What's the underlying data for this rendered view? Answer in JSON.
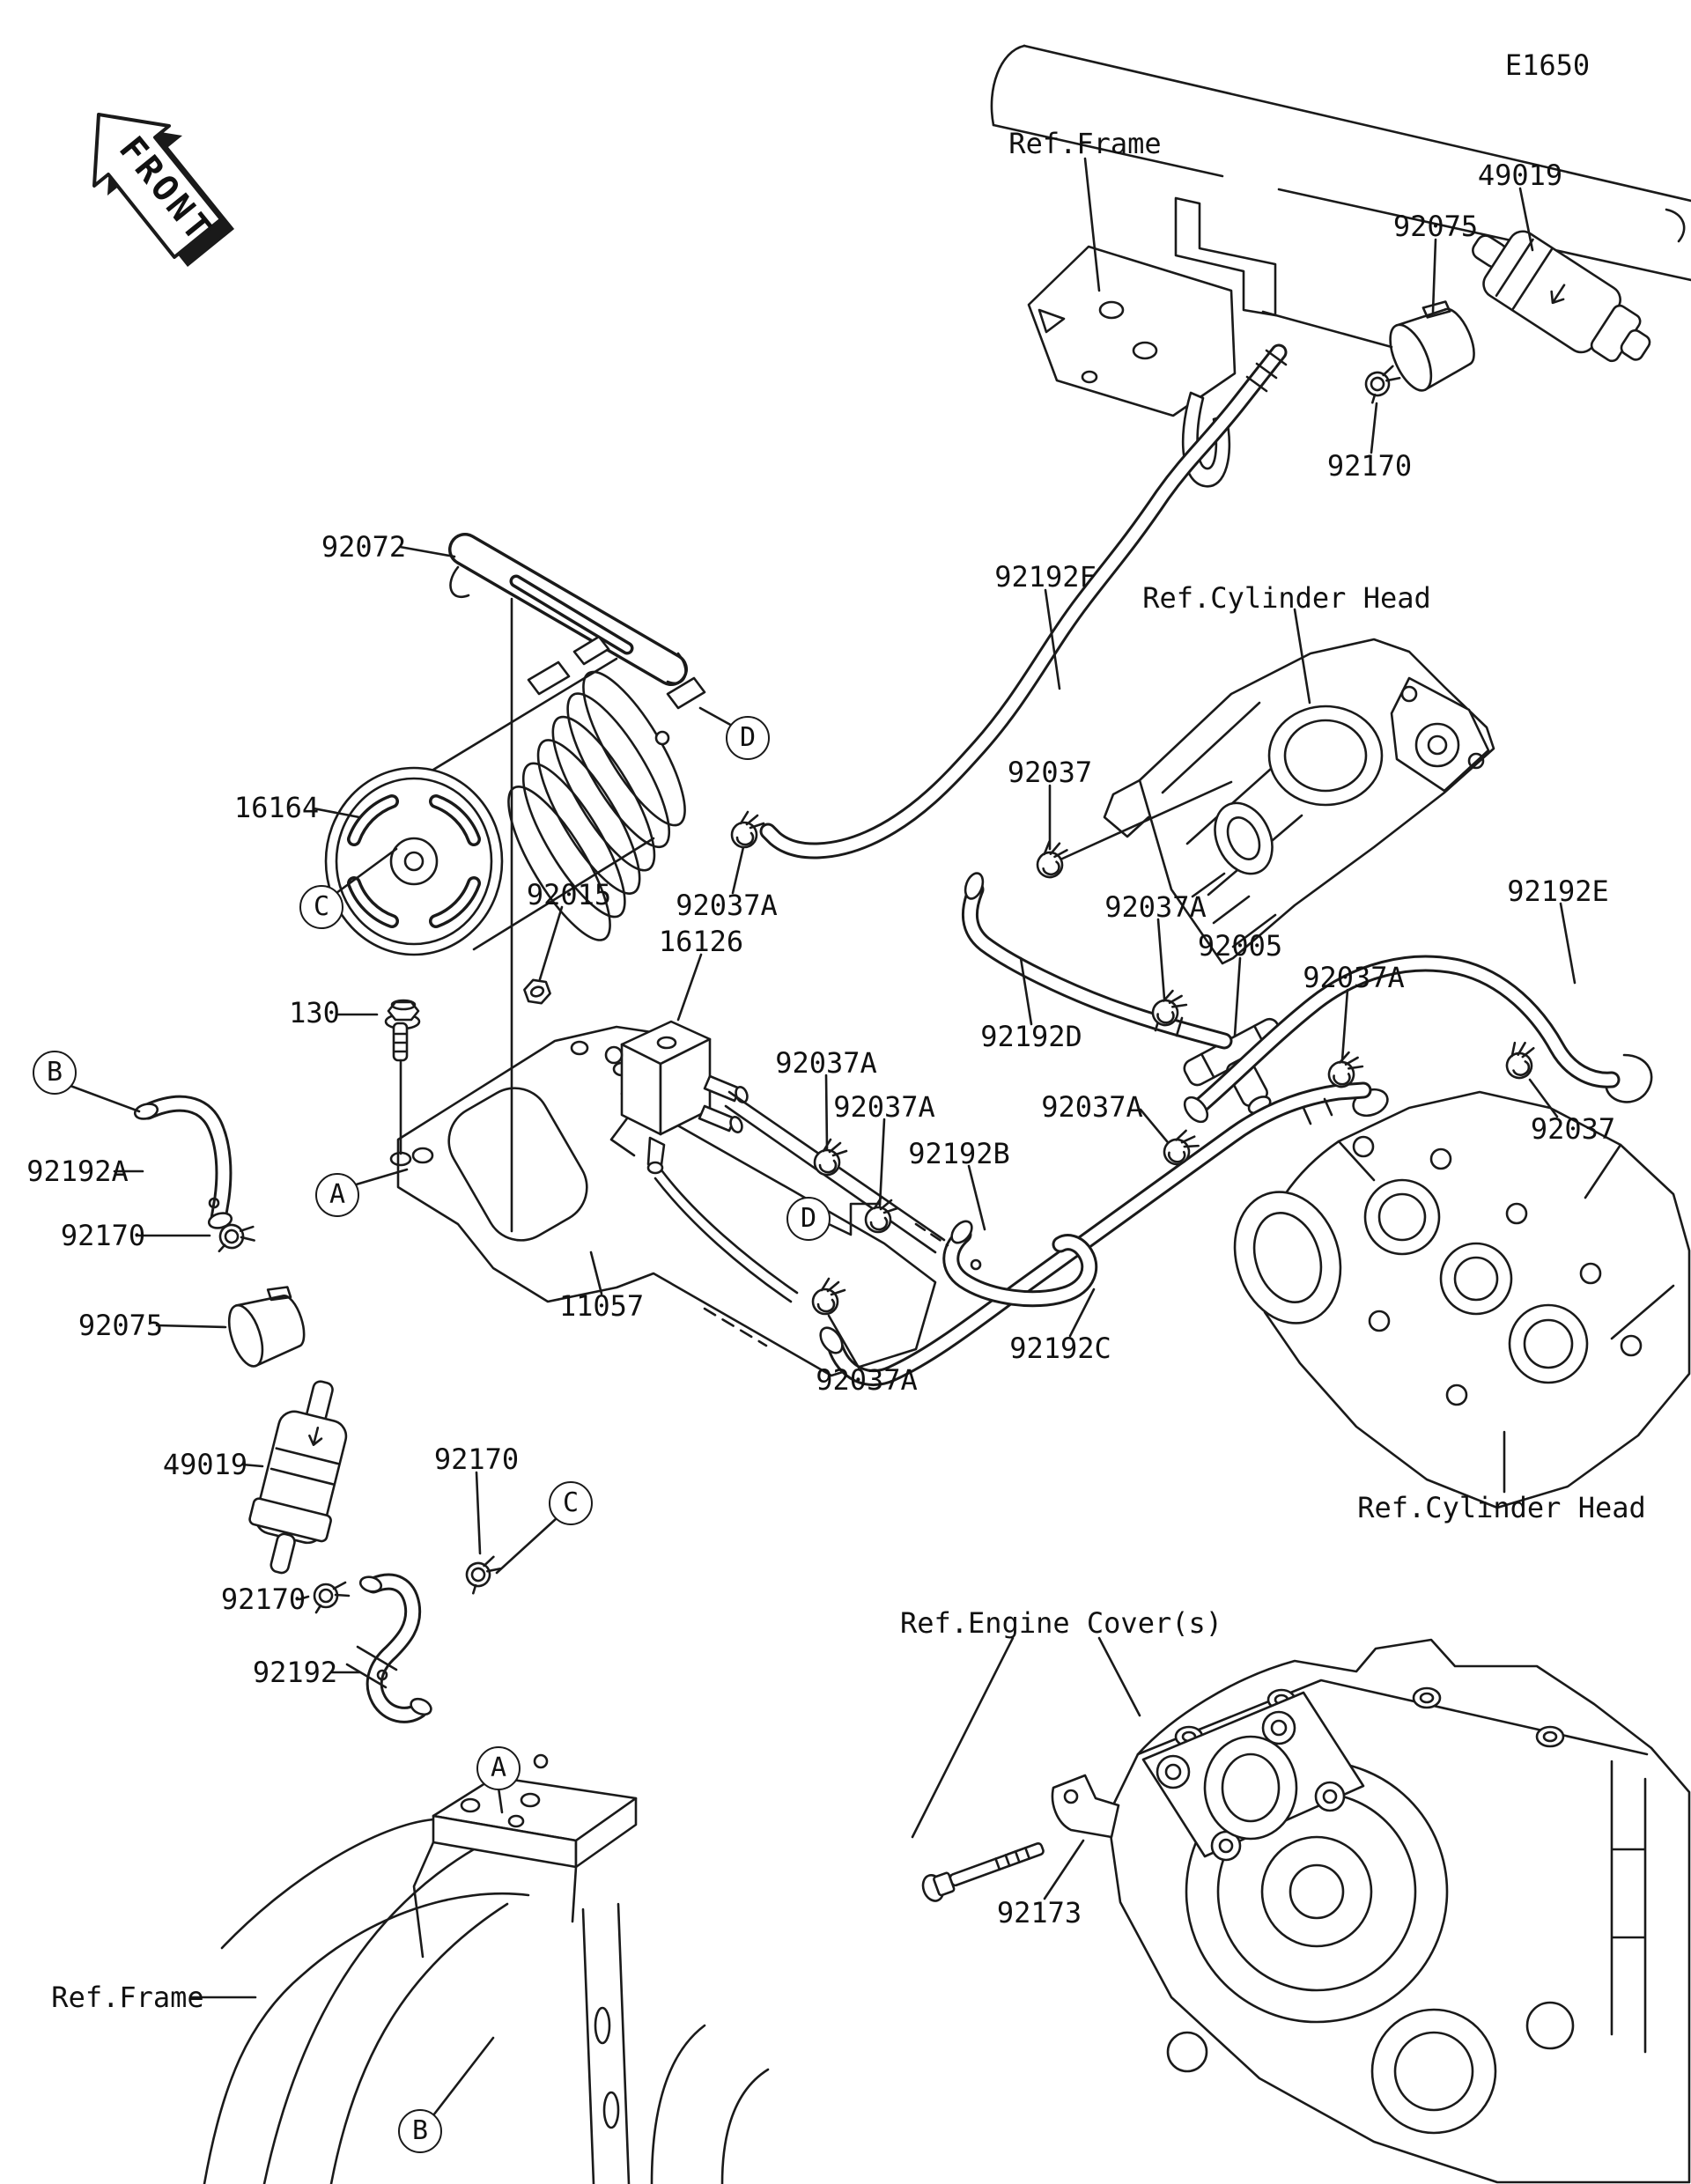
{
  "meta": {
    "diagram_code": "E1650",
    "front_label": "FRONT"
  },
  "colors": {
    "line": "#1a1a1a",
    "background": "#ffffff"
  },
  "labels": [
    {
      "id": "diagram-code",
      "text": "E1650"
    },
    {
      "id": "ref-frame-top",
      "text": "Ref.Frame"
    },
    {
      "id": "p49019-top",
      "text": "49019"
    },
    {
      "id": "p92075-top",
      "text": "92075"
    },
    {
      "id": "p92170-top",
      "text": "92170"
    },
    {
      "id": "p92072",
      "text": "92072"
    },
    {
      "id": "p92192F",
      "text": "92192F"
    },
    {
      "id": "ref-cylinder-head-top",
      "text": "Ref.Cylinder Head"
    },
    {
      "id": "p16164",
      "text": "16164"
    },
    {
      "id": "p92037-top",
      "text": "92037"
    },
    {
      "id": "p92015",
      "text": "92015"
    },
    {
      "id": "p92037A-1",
      "text": "92037A"
    },
    {
      "id": "p92192E",
      "text": "92192E"
    },
    {
      "id": "p16126",
      "text": "16126"
    },
    {
      "id": "p92037A-2",
      "text": "92037A"
    },
    {
      "id": "p92005",
      "text": "92005"
    },
    {
      "id": "p92037A-3",
      "text": "92037A"
    },
    {
      "id": "p130",
      "text": "130"
    },
    {
      "id": "p92192D",
      "text": "92192D"
    },
    {
      "id": "p92037A-4",
      "text": "92037A"
    },
    {
      "id": "p92037A-5",
      "text": "92037A"
    },
    {
      "id": "p92037A-6",
      "text": "92037A"
    },
    {
      "id": "p92037-bottom",
      "text": "92037"
    },
    {
      "id": "p92192B",
      "text": "92192B"
    },
    {
      "id": "p92192A",
      "text": "92192A"
    },
    {
      "id": "p92170-left1",
      "text": "92170"
    },
    {
      "id": "p92075-left",
      "text": "92075"
    },
    {
      "id": "p11057",
      "text": "11057"
    },
    {
      "id": "p92037A-7",
      "text": "92037A"
    },
    {
      "id": "p92192C",
      "text": "92192C"
    },
    {
      "id": "p49019-left",
      "text": "49019"
    },
    {
      "id": "p92170-mid",
      "text": "92170"
    },
    {
      "id": "p92170-left2",
      "text": "92170"
    },
    {
      "id": "p92192",
      "text": "92192"
    },
    {
      "id": "ref-cylinder-head-bottom",
      "text": "Ref.Cylinder Head"
    },
    {
      "id": "ref-engine-covers",
      "text": "Ref.Engine Cover(s)"
    },
    {
      "id": "p92173",
      "text": "92173"
    },
    {
      "id": "ref-frame-bottom",
      "text": "Ref.Frame"
    }
  ],
  "callouts": [
    {
      "letter": "A"
    },
    {
      "letter": "A"
    },
    {
      "letter": "B"
    },
    {
      "letter": "B"
    },
    {
      "letter": "C"
    },
    {
      "letter": "C"
    },
    {
      "letter": "D"
    },
    {
      "letter": "D"
    }
  ]
}
